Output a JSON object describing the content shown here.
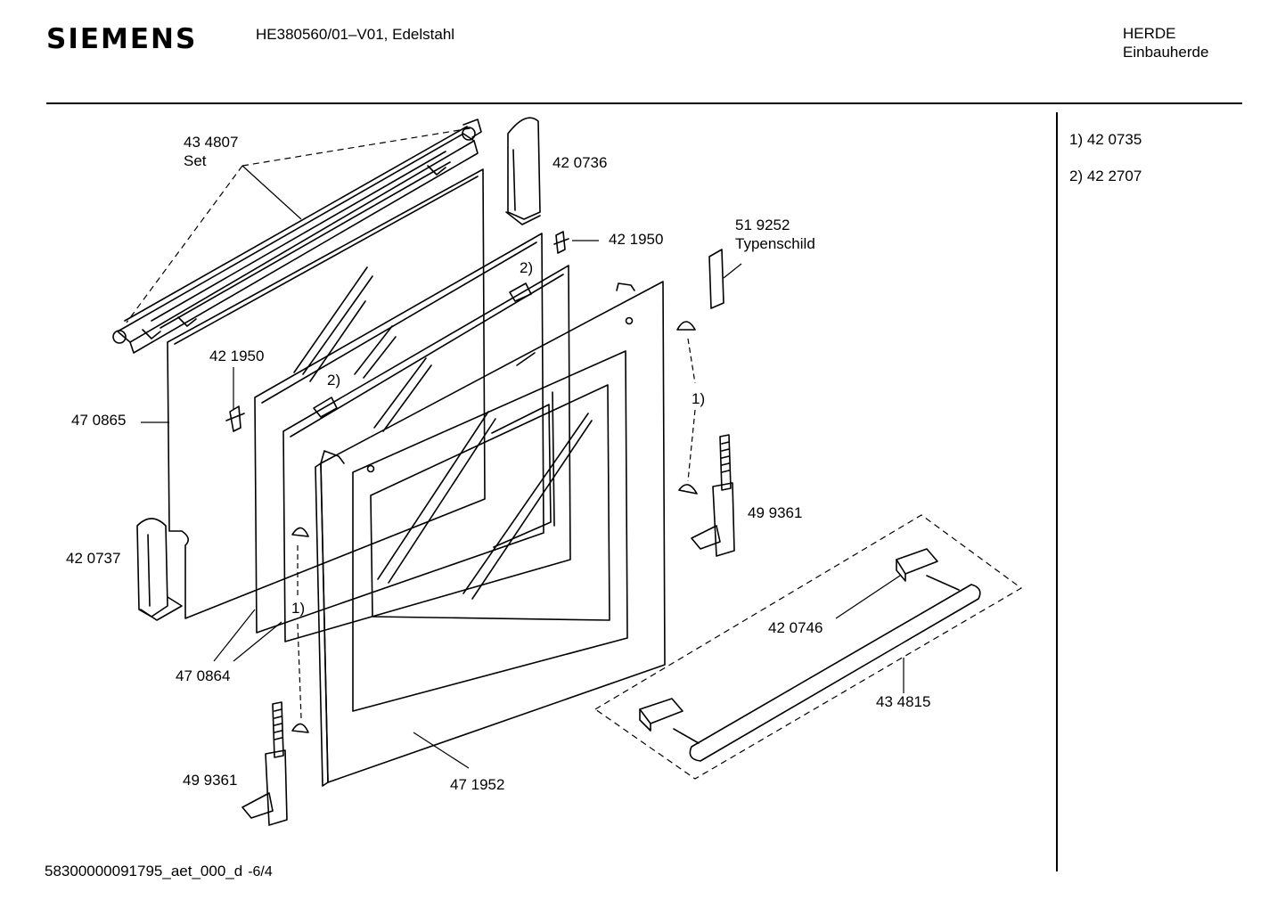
{
  "header": {
    "brand": "SIEMENS",
    "model": "HE380560/01–V01, Edelstahl",
    "category": "HERDE",
    "subcategory": "Einbauherde"
  },
  "notes": [
    {
      "label": "1) 42 0735"
    },
    {
      "label": "2) 42 2707"
    }
  ],
  "footer": {
    "doc_id": "58300000091795_aet_000_d",
    "sheet": "-6/4"
  },
  "parts": {
    "hinge_set_number": "43 4807",
    "hinge_set_label": "Set",
    "bracket_top_right": "42 0736",
    "clip_top": "42 1950",
    "rating_plate_number": "51 9252",
    "rating_plate_label": "Typenschild",
    "clip_left": "42 1950",
    "glass_rear": "47 0865",
    "bracket_bottom_left": "42 0737",
    "glass_middle": "47 0864",
    "hinge_left": "49 9361",
    "hinge_right": "49 9361",
    "handle_caps": "42 0746",
    "handle_set": "43 4815",
    "front_panel": "47 1952",
    "ref1_upper": "1)",
    "ref1_lower": "1)",
    "ref2_upper": "2)",
    "ref2_lower": "2)"
  }
}
